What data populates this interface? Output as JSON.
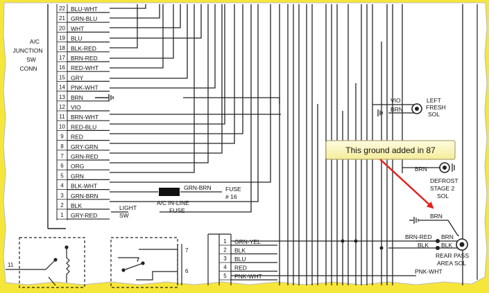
{
  "connector": {
    "title_lines": [
      "A/C",
      "JUNCTION",
      "SW",
      "CONN"
    ],
    "pins": [
      {
        "pin": "22",
        "wire": "BLU-WHT"
      },
      {
        "pin": "21",
        "wire": "GRN-BLU"
      },
      {
        "pin": "20",
        "wire": "WHT"
      },
      {
        "pin": "19",
        "wire": "BLU"
      },
      {
        "pin": "18",
        "wire": "BLK-RED"
      },
      {
        "pin": "17",
        "wire": "BRN-RED"
      },
      {
        "pin": "16",
        "wire": "RED-WHT"
      },
      {
        "pin": "15",
        "wire": "GRY"
      },
      {
        "pin": "14",
        "wire": "PNK-WHT"
      },
      {
        "pin": "13",
        "wire": "BRN"
      },
      {
        "pin": "12",
        "wire": "VIO"
      },
      {
        "pin": "11",
        "wire": "BRN-WHT"
      },
      {
        "pin": "10",
        "wire": "RED-BLU"
      },
      {
        "pin": "9",
        "wire": "RED"
      },
      {
        "pin": "8",
        "wire": "GRY-GRN"
      },
      {
        "pin": "7",
        "wire": "GRN-RED"
      },
      {
        "pin": "6",
        "wire": "ORG"
      },
      {
        "pin": "5",
        "wire": "GRN"
      },
      {
        "pin": "4",
        "wire": "BLK-WHT"
      },
      {
        "pin": "3",
        "wire": "GRN-BRN"
      },
      {
        "pin": "2",
        "wire": "BLK"
      },
      {
        "pin": "1",
        "wire": "GRY-RED"
      }
    ]
  },
  "fuse": {
    "wire": "GRN-BRN",
    "label_lines": [
      "FUSE",
      "# 16"
    ],
    "caption_lines": [
      "A/C IN-LINE",
      "FUSE"
    ]
  },
  "light_sw": {
    "label_lines": [
      "LIGHT",
      "SW"
    ]
  },
  "left_fresh_sol": {
    "wire_top": "VIO",
    "wire_bottom": "BRN",
    "label_lines": [
      "LEFT",
      "FRESH",
      "SOL"
    ]
  },
  "defrost_sol": {
    "wire": "BRN",
    "label_lines": [
      "DEFROST",
      "STAGE 2",
      "SOL"
    ]
  },
  "callout": {
    "text": "This ground added in 87",
    "color": "#e3221c"
  },
  "rear_connector": {
    "pins": [
      {
        "pin": "1",
        "wire": "GRN-YEL"
      },
      {
        "pin": "2",
        "wire": "BLK"
      },
      {
        "pin": "3",
        "wire": "BLU"
      },
      {
        "pin": "4",
        "wire": "RED"
      },
      {
        "pin": "5",
        "wire": "PNK-WHT"
      }
    ]
  },
  "rear_sol": {
    "ground_wire": "BRN",
    "wire_a_left": "BRN-RED",
    "wire_a_right": "BRN",
    "wire_b_left": "BLK",
    "wire_b_right": "BLK",
    "label_lines": [
      "REAR PASS",
      "AREA SOL"
    ],
    "bottom_wire": "PNK-WHT"
  },
  "switch_pins": {
    "left": "11",
    "right_top": "7",
    "right_bottom": "6"
  }
}
